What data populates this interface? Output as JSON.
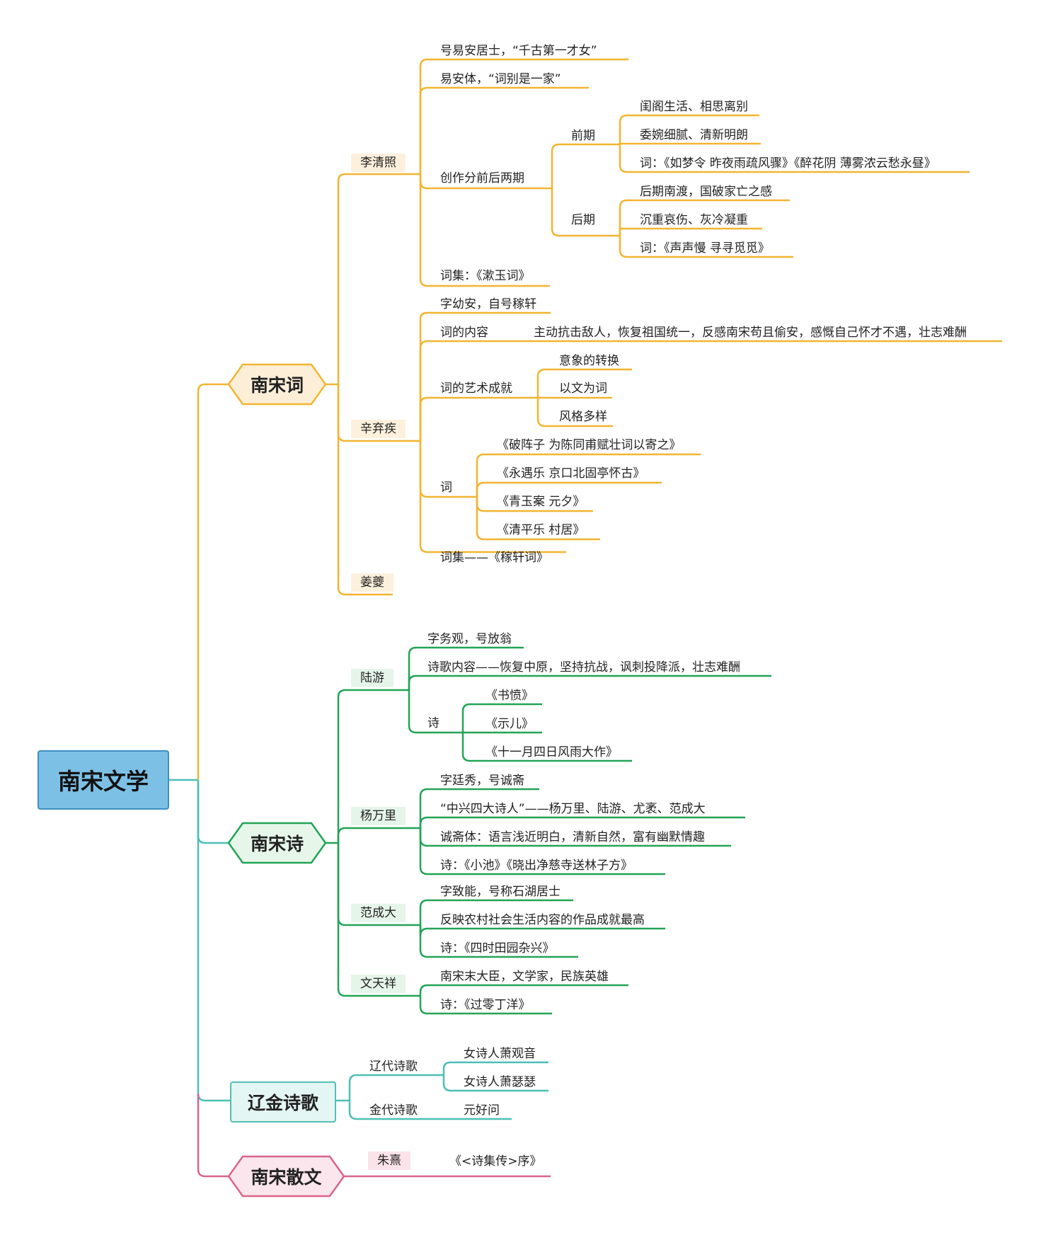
{
  "root": "南宋文学",
  "colors": {
    "yellow": "#f2b531",
    "green": "#22a455",
    "teal": "#4bbfb5",
    "pink": "#d9648a",
    "root_fill": "#7dc0e6"
  },
  "ci": {
    "title": "南宋词",
    "li_qingzhao": {
      "name": "李清照",
      "hao": "号易安居士，“千古第一才女”",
      "ti": "易安体，“词别是一家”",
      "chuangzuo": "创作分前后两期",
      "qianqi": {
        "label": "前期",
        "items": [
          "闺阁生活、相思离别",
          "委婉细腻、清新明朗",
          "词：《如梦令 昨夜雨疏风骤》《醉花阴 薄雾浓云愁永昼》"
        ]
      },
      "houqi": {
        "label": "后期",
        "items": [
          "后期南渡，国破家亡之感",
          "沉重哀伤、灰冷凝重",
          "词：《声声慢 寻寻觅觅》"
        ]
      },
      "ciji": "词集：《漱玉词》"
    },
    "xin_qiji": {
      "name": "辛弃疾",
      "zi": "字幼安，自号稼轩",
      "neirong_label": "词的内容",
      "neirong": "主动抗击敌人，恢复祖国统一，反感南宋苟且偷安，感慨自己怀才不遇，壮志难酬",
      "yishu_label": "词的艺术成就",
      "yishu": [
        "意象的转换",
        "以文为词",
        "风格多样"
      ],
      "ci_label": "词",
      "works": [
        "《破阵子 为陈同甫赋壮词以寄之》",
        "《永遇乐 京口北固亭怀古》",
        "《青玉案 元夕》",
        "《清平乐 村居》"
      ],
      "ciji": "词集——《稼轩词》"
    },
    "jiang_kui": {
      "name": "姜夔"
    }
  },
  "shi": {
    "title": "南宋诗",
    "lu_you": {
      "name": "陆游",
      "zi": "字务观，号放翁",
      "neirong": "诗歌内容——恢复中原，坚持抗战，讽刺投降派，壮志难酬",
      "shi_label": "诗",
      "works": [
        "《书愤》",
        "《示儿》",
        "《十一月四日风雨大作》"
      ]
    },
    "yang_wanli": {
      "name": "杨万里",
      "items": [
        "字廷秀，号诚斋",
        "“中兴四大诗人”——杨万里、陆游、尤袤、范成大",
        "诚斋体：语言浅近明白，清新自然，富有幽默情趣",
        "诗：《小池》《晓出净慈寺送林子方》"
      ]
    },
    "fan_chengda": {
      "name": "范成大",
      "items": [
        "字致能，号称石湖居士",
        "反映农村社会生活内容的作品成就最高",
        "诗：《四时田园杂兴》"
      ]
    },
    "wen_tianxiang": {
      "name": "文天祥",
      "items": [
        "南宋末大臣，文学家，民族英雄",
        "诗：《过零丁洋》"
      ]
    }
  },
  "liaojin": {
    "title": "辽金诗歌",
    "liao": {
      "label": "辽代诗歌",
      "items": [
        "女诗人萧观音",
        "女诗人萧瑟瑟"
      ]
    },
    "jin": {
      "label": "金代诗歌",
      "item": "元好问"
    }
  },
  "sanwen": {
    "title": "南宋散文",
    "author": "朱熹",
    "work": "《<诗集传>序》"
  }
}
